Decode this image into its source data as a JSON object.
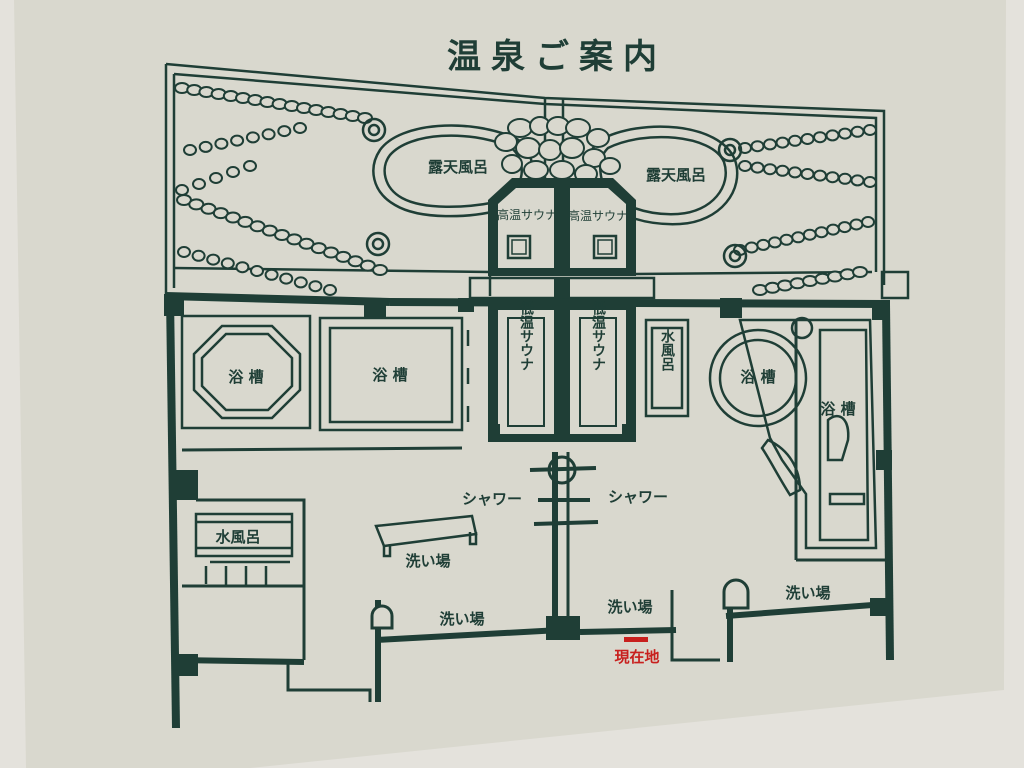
{
  "sign": {
    "title": "温泉ご案内",
    "colors": {
      "ink": "#1f3e36",
      "board": "#d9d8ce",
      "wall": "#e4e2dc",
      "current_location": "#c8201e"
    }
  },
  "areas": {
    "open_air_bath_left": "露天風呂",
    "open_air_bath_right": "露天風呂",
    "hot_sauna_left": "高温サウナ",
    "hot_sauna_right": "高温サウナ",
    "low_temp_sauna_left": "低温サウナ",
    "low_temp_sauna_right": "低温サウナ",
    "bath_octagon": "浴 槽",
    "bath_long": "浴 槽",
    "bath_round": "浴 槽",
    "bath_right": "浴 槽",
    "cold_bath_center": "水風呂",
    "cold_bath_left": "水風呂",
    "shower_left": "シャワー",
    "shower_right": "シャワー",
    "washing_center": "洗い場",
    "washing_bottom_left": "洗い場",
    "washing_bottom_center": "洗い場",
    "washing_bottom_right": "洗い場"
  },
  "current_location": {
    "label": "現在地"
  }
}
